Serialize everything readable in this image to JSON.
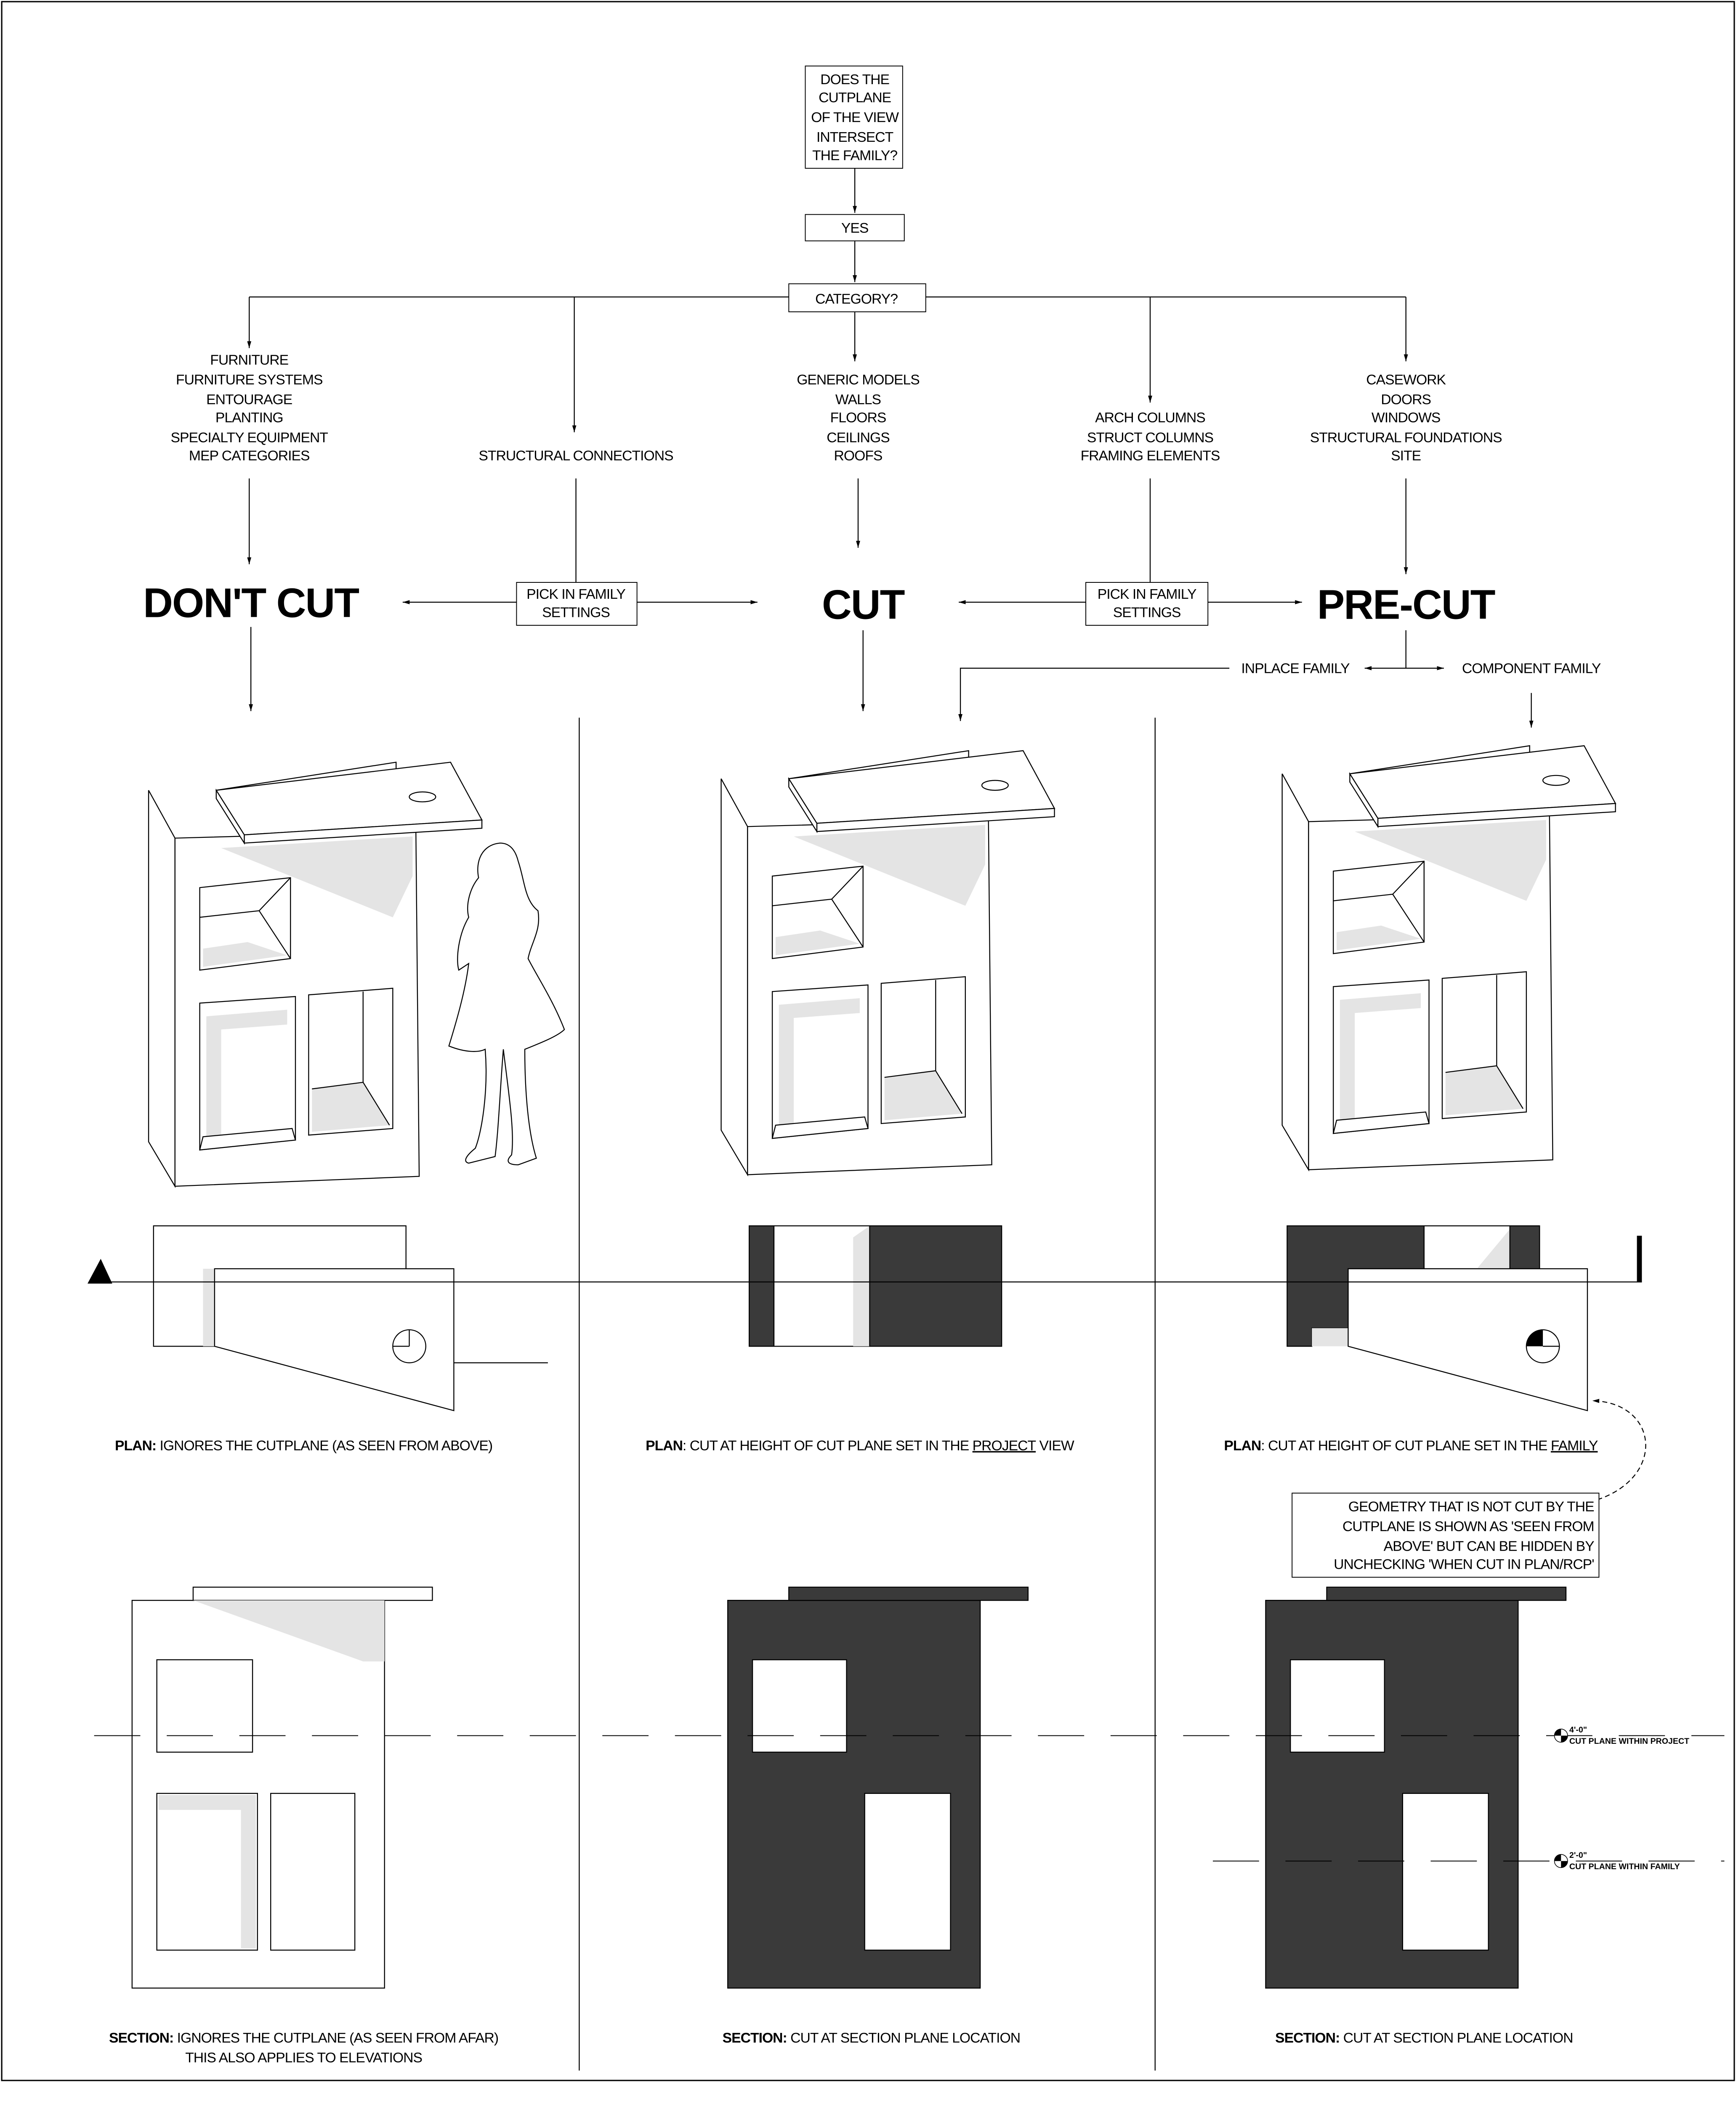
{
  "flow": {
    "question": [
      "DOES THE",
      "CUTPLANE",
      "OF THE VIEW",
      "INTERSECT",
      "THE FAMILY?"
    ],
    "yes": "YES",
    "category": "CATEGORY?",
    "dont_cut_categories": [
      "FURNITURE",
      "FURNITURE SYSTEMS",
      "ENTOURAGE",
      "PLANTING",
      "SPECIALTY EQUIPMENT",
      "MEP CATEGORIES"
    ],
    "structural_connections": "STRUCTURAL CONNECTIONS",
    "cut_categories": [
      "GENERIC MODELS",
      "WALLS",
      "FLOORS",
      "CEILINGS",
      "ROOFS"
    ],
    "column_categories": [
      "ARCH COLUMNS",
      "STRUCT COLUMNS",
      "FRAMING ELEMENTS"
    ],
    "precut_categories": [
      "CASEWORK",
      "DOORS",
      "WINDOWS",
      "STRUCTURAL FOUNDATIONS",
      "SITE"
    ],
    "dont_cut": "DON'T CUT",
    "cut": "CUT",
    "pre_cut": "PRE-CUT",
    "pick_left": [
      "PICK IN FAMILY",
      "SETTINGS"
    ],
    "pick_right": [
      "PICK IN FAMILY",
      "SETTINGS"
    ],
    "inplace_family": "INPLACE FAMILY",
    "component_family": "COMPONENT FAMILY"
  },
  "plan_captions": [
    {
      "bold": "PLAN:",
      "text": " IGNORES THE CUTPLANE (AS SEEN FROM ABOVE)",
      "underline": "",
      "tail": ""
    },
    {
      "bold": "PLAN",
      "text": ": CUT AT HEIGHT OF CUT PLANE SET IN THE ",
      "underline": "PROJECT",
      "tail": " VIEW"
    },
    {
      "bold": "PLAN",
      "text": ": CUT AT HEIGHT OF CUT PLANE SET IN THE ",
      "underline": "FAMILY",
      "tail": ""
    }
  ],
  "note": [
    "GEOMETRY THAT IS NOT CUT BY THE",
    "CUTPLANE IS SHOWN AS 'SEEN FROM",
    "ABOVE' BUT CAN BE HIDDEN BY",
    "UNCHECKING 'WHEN CUT IN PLAN/RCP'"
  ],
  "section_captions": [
    {
      "bold": "SECTION:",
      "text": " IGNORES THE CUTPLANE (AS SEEN FROM AFAR)",
      "line2": "THIS ALSO APPLIES TO ELEVATIONS"
    },
    {
      "bold": "SECTION:",
      "text": " CUT AT SECTION PLANE LOCATION",
      "line2": ""
    },
    {
      "bold": "SECTION:",
      "text": " CUT AT SECTION PLANE LOCATION",
      "line2": ""
    }
  ],
  "levels": [
    {
      "elevation": "4'-0\"",
      "name": "CUT PLANE WITHIN PROJECT"
    },
    {
      "elevation": "2'-0\"",
      "name": "CUT PLANE WITHIN FAMILY"
    }
  ],
  "colors": {
    "cut_fill": "#3a3a3a",
    "shade": "#e4e4e4",
    "line": "#000000"
  }
}
